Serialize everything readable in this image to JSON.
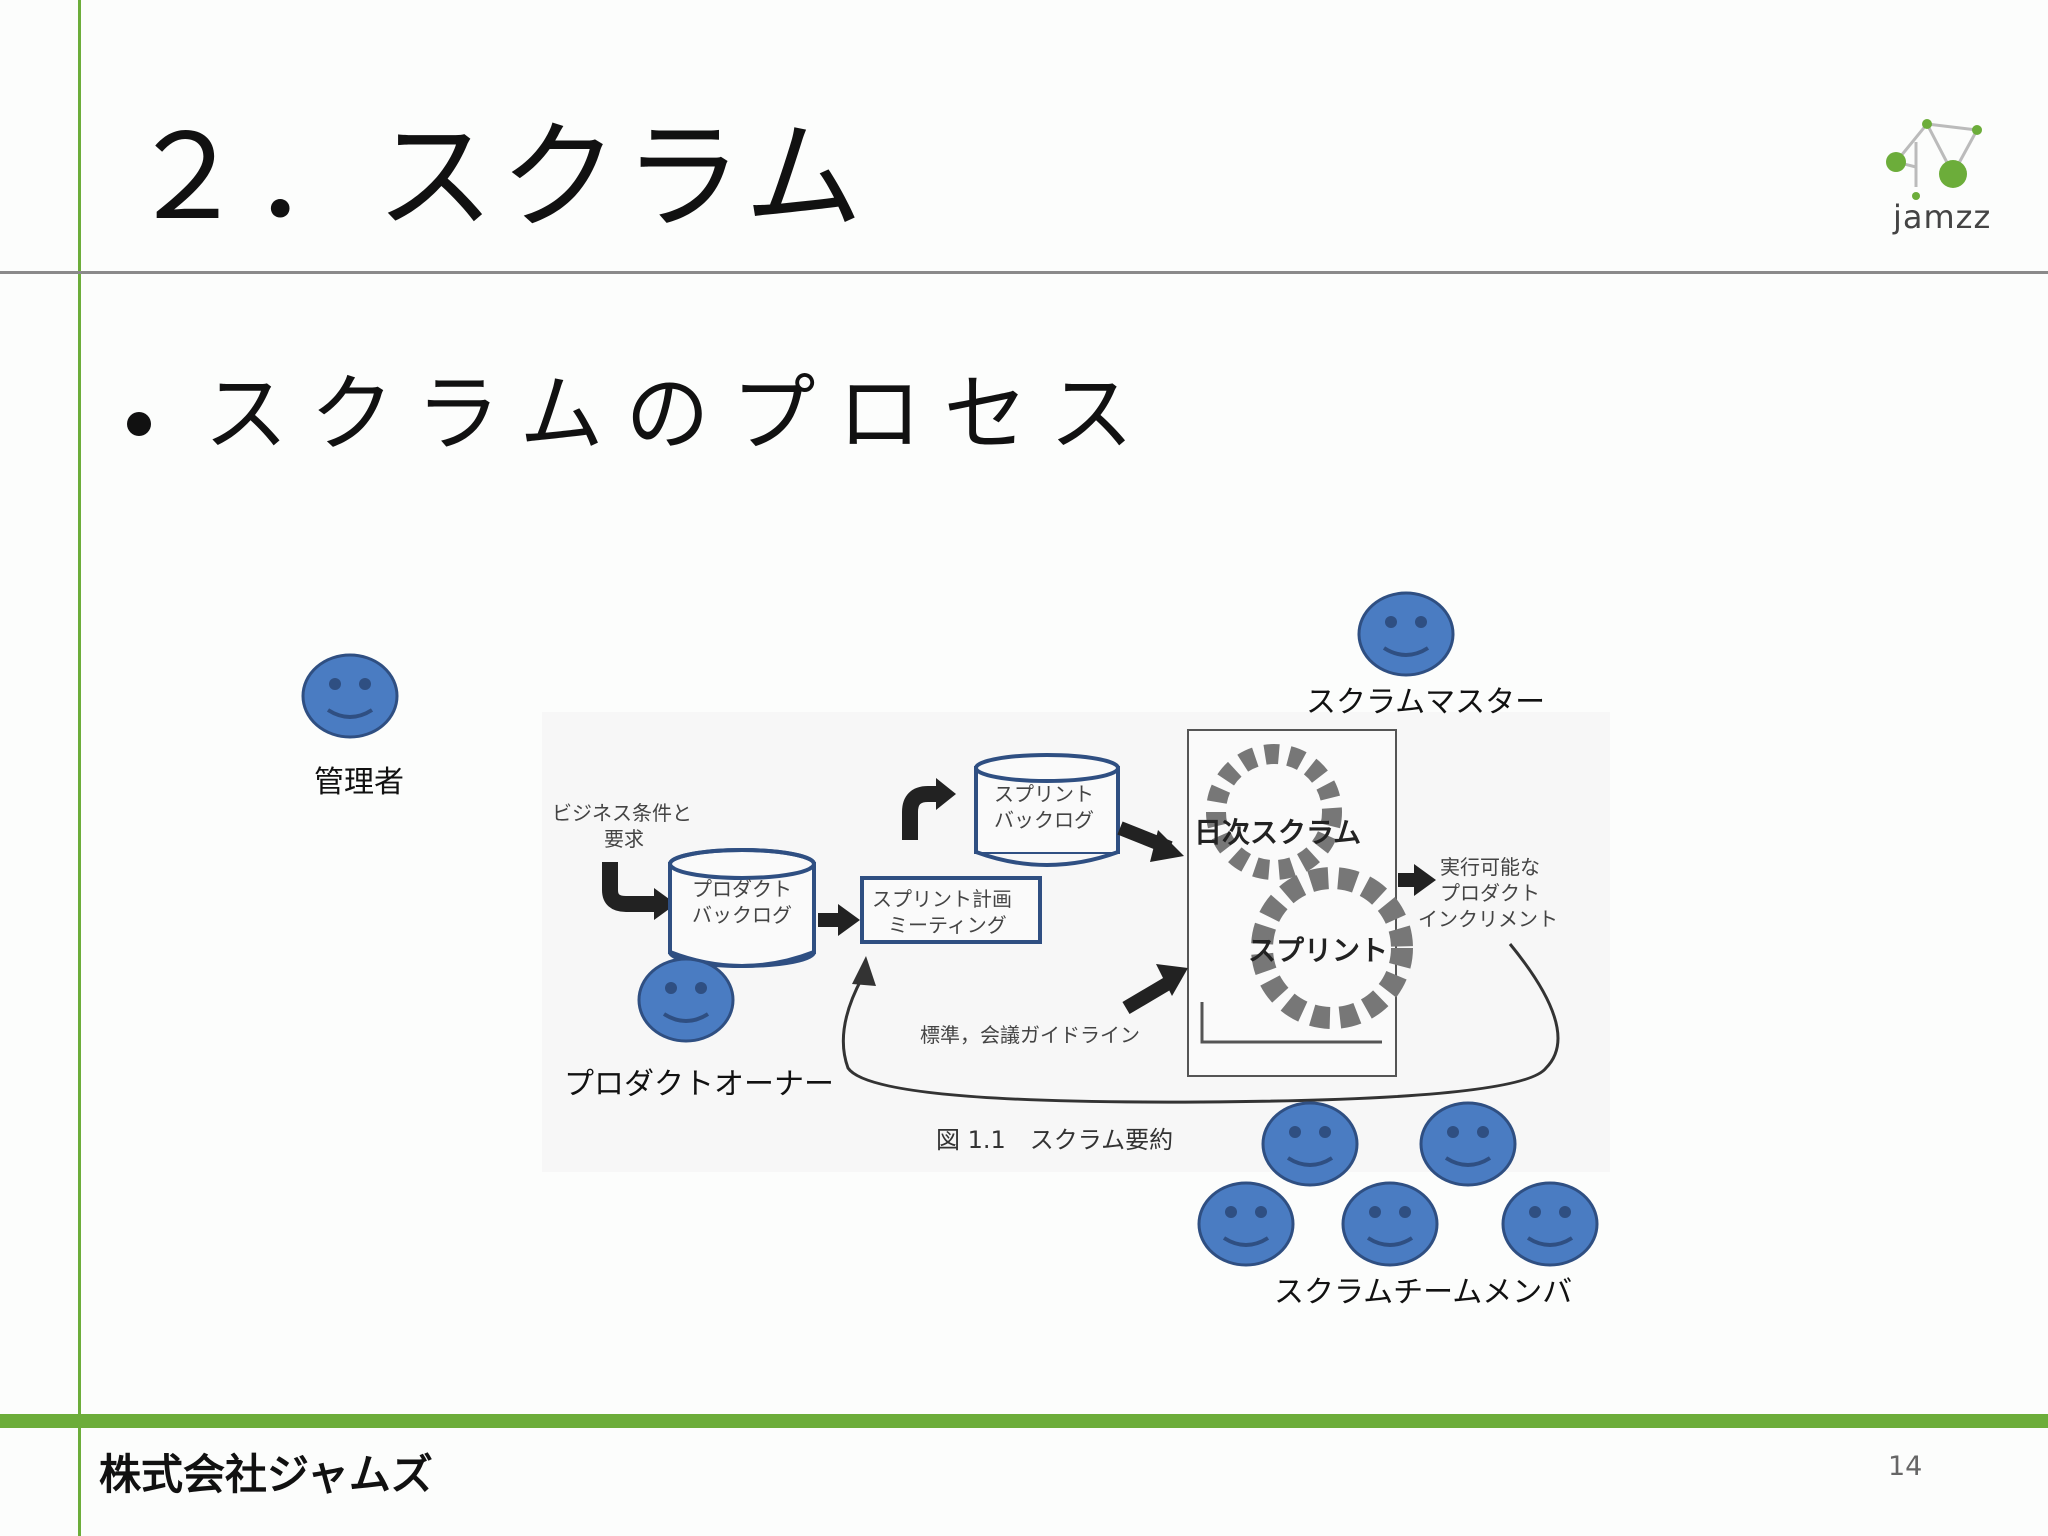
{
  "slide": {
    "title": "２．スクラム",
    "bullet": "スクラムのプロセス",
    "company": "株式会社ジャムズ",
    "page_number": "14",
    "logo_text": "jamzz"
  },
  "roles": {
    "manager": "管理者",
    "scrum_master": "スクラムマスター",
    "product_owner": "プロダクトオーナー",
    "team_members": "スクラムチームメンバ"
  },
  "diagram": {
    "business_req_1": "ビジネス条件と",
    "business_req_2": "要求",
    "product_backlog_1": "プロダクト",
    "product_backlog_2": "バックログ",
    "sprint_backlog_1": "スプリント",
    "sprint_backlog_2": "バックログ",
    "planning_1": "スプリント計画",
    "planning_2": "ミーティング",
    "daily_scrum": "日次スクラム",
    "sprint": "スプリント",
    "increment_1": "実行可能な",
    "increment_2": "プロダクト",
    "increment_3": "インクリメント",
    "guidelines": "標準，会議ガイドライン",
    "caption": "図 1.1　スクラム要約"
  },
  "colors": {
    "accent_green": "#6cad3a",
    "face_fill": "#4a7cc2",
    "face_stroke": "#2f4f82"
  }
}
